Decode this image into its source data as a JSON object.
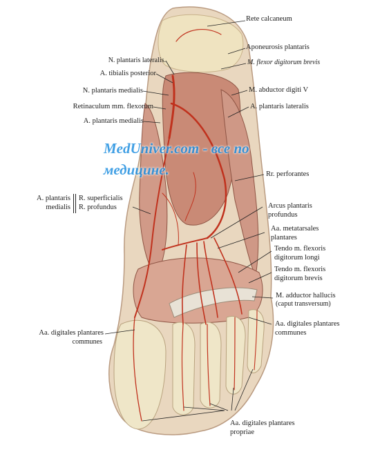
{
  "illustration": {
    "subject": "foot-sole-arteries",
    "colors": {
      "skin": "#e9d7bf",
      "muscle": "#c98a76",
      "tendon": "#e8e2d6",
      "artery": "#c0311d",
      "bone": "#efe6c8"
    }
  },
  "labels": {
    "rete_calcaneum": "Rete calcaneum",
    "aponeurosis_plantaris": "Aponeurosis plantaris",
    "m_flexor_digitorum_brevis": "M. flexor digitorum brevis",
    "m_abductor_digiti_v": "M. abductor digiti V",
    "a_plantaris_lateralis": "A. plantaris lateralis",
    "n_plantaris_lateralis": "N. plantaris lateralis.",
    "a_tibialis_posterior": "A. tibialis posterior",
    "n_plantaris_medialis": "N. plantaris medialis",
    "retinaculum": "Retinaculum mm. flexorum",
    "a_plantaris_medialis": "A. plantaris medialis",
    "rr_perforantes": "Rr. perforantes",
    "a_plantaris_medialis_group_1": "A. plantaris",
    "a_plantaris_medialis_group_2": "medialis",
    "r_superficialis": "R. superficialis",
    "r_profundus": "R. profundus",
    "arcus_1": "Arcus plantaris",
    "arcus_2": "profundus",
    "metatarsales_1": "Aa. metatarsales",
    "metatarsales_2": "plantares",
    "tendo_longi_1": "Tendo m. flexoris",
    "tendo_longi_2": "digitorum longi",
    "tendo_brevis_1": "Tendo m. flexoris",
    "tendo_brevis_2": "digitorum brevis",
    "m_adductor_1": "M. adductor hallucis",
    "m_adductor_2": "(caput transversum)",
    "digitales_communes_r1": "Aa. digitales plantares",
    "digitales_communes_r2": "communes",
    "digitales_communes_l1": "Aa. digitales plantares",
    "digitales_communes_l2": "communes",
    "digitales_propriae_1": "Aa. digitales plantares",
    "digitales_propriae_2": "propriae"
  },
  "watermark": {
    "line1": "MedUniver.com - все по",
    "line2": "медицине."
  }
}
